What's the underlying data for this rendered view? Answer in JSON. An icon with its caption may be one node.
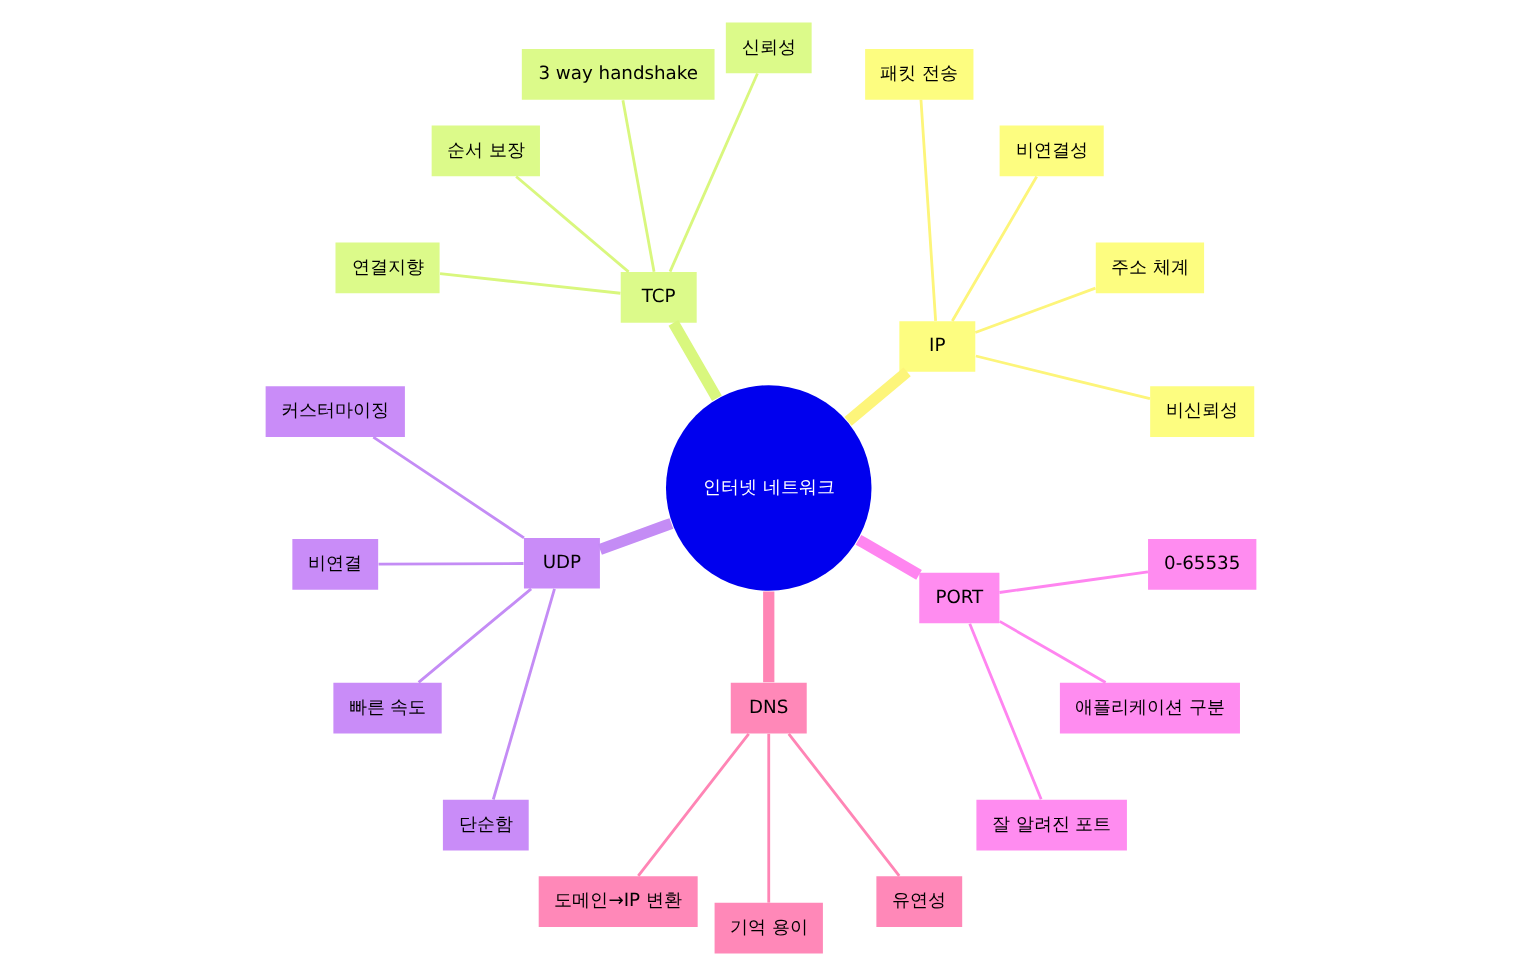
{
  "diagram": {
    "nodes": [
      {
        "text": [
          "인터넷 네트워크"
        ]
      },
      {
        "text": [
          "IP"
        ]
      },
      {
        "text": [
          "비신뢰성"
        ]
      },
      {
        "text": [
          "주소 체계"
        ]
      },
      {
        "text": [
          "비연결성"
        ]
      },
      {
        "text": [
          "패킷 전송"
        ]
      },
      {
        "text": [
          "TCP"
        ]
      },
      {
        "text": [
          "신뢰성"
        ]
      },
      {
        "text": [
          "3 way handshake"
        ]
      },
      {
        "text": [
          "순서 보장"
        ]
      },
      {
        "text": [
          "연결지향"
        ]
      },
      {
        "text": [
          "UDP"
        ]
      },
      {
        "text": [
          "커스터마이징"
        ]
      },
      {
        "text": [
          "비연결"
        ]
      },
      {
        "text": [
          "빠른 속도"
        ]
      },
      {
        "text": [
          "단순함"
        ]
      },
      {
        "text": [
          "DNS"
        ]
      },
      {
        "text": [
          "도메인→IP 변환"
        ]
      },
      {
        "text": [
          "기억 용이"
        ]
      },
      {
        "text": [
          "유연성"
        ]
      },
      {
        "text": [
          "PORT"
        ]
      },
      {
        "text": [
          "잘 알려진 포트"
        ]
      },
      {
        "text": [
          "애플리케이션 구분"
        ]
      },
      {
        "text": [
          "0-65535"
        ]
      }
    ],
    "edges": [
      {
        "from": 0,
        "to": 1,
        "arrow": "none",
        "style": "thick",
        "color": "#fdf57a"
      },
      {
        "from": 1,
        "to": 2,
        "arrow": "none",
        "color": "#fdf57a"
      },
      {
        "from": 1,
        "to": 3,
        "arrow": "none",
        "color": "#fdf57a"
      },
      {
        "from": 1,
        "to": 4,
        "arrow": "none",
        "color": "#fdf57a"
      },
      {
        "from": 1,
        "to": 5,
        "arrow": "none",
        "color": "#fdf57a"
      },
      {
        "from": 0,
        "to": 6,
        "arrow": "none",
        "style": "thick",
        "color": "#d9f77e"
      },
      {
        "from": 6,
        "to": 7,
        "arrow": "none",
        "color": "#d9f77e"
      },
      {
        "from": 6,
        "to": 8,
        "arrow": "none",
        "color": "#d9f77e"
      },
      {
        "from": 6,
        "to": 9,
        "arrow": "none",
        "color": "#d9f77e"
      },
      {
        "from": 6,
        "to": 10,
        "arrow": "none",
        "color": "#d9f77e"
      },
      {
        "from": 0,
        "to": 11,
        "arrow": "none",
        "style": "thick",
        "color": "#c48cf5"
      },
      {
        "from": 11,
        "to": 12,
        "arrow": "none",
        "color": "#c48cf5"
      },
      {
        "from": 11,
        "to": 13,
        "arrow": "none",
        "color": "#c48cf5"
      },
      {
        "from": 11,
        "to": 14,
        "arrow": "none",
        "color": "#c48cf5"
      },
      {
        "from": 11,
        "to": 15,
        "arrow": "none",
        "color": "#c48cf5"
      },
      {
        "from": 0,
        "to": 16,
        "arrow": "none",
        "style": "thick",
        "color": "#ff85b5"
      },
      {
        "from": 16,
        "to": 17,
        "arrow": "none",
        "color": "#ff85b5"
      },
      {
        "from": 16,
        "to": 18,
        "arrow": "none",
        "color": "#ff85b5"
      },
      {
        "from": 16,
        "to": 19,
        "arrow": "none",
        "color": "#ff85b5"
      },
      {
        "from": 0,
        "to": 20,
        "arrow": "none",
        "style": "thick",
        "color": "#ff85f0"
      },
      {
        "from": 20,
        "to": 21,
        "arrow": "none",
        "color": "#ff85f0"
      },
      {
        "from": 20,
        "to": 22,
        "arrow": "none",
        "color": "#ff85f0"
      },
      {
        "from": 20,
        "to": 23,
        "arrow": "none",
        "color": "#ff85f0"
      }
    ]
  }
}
